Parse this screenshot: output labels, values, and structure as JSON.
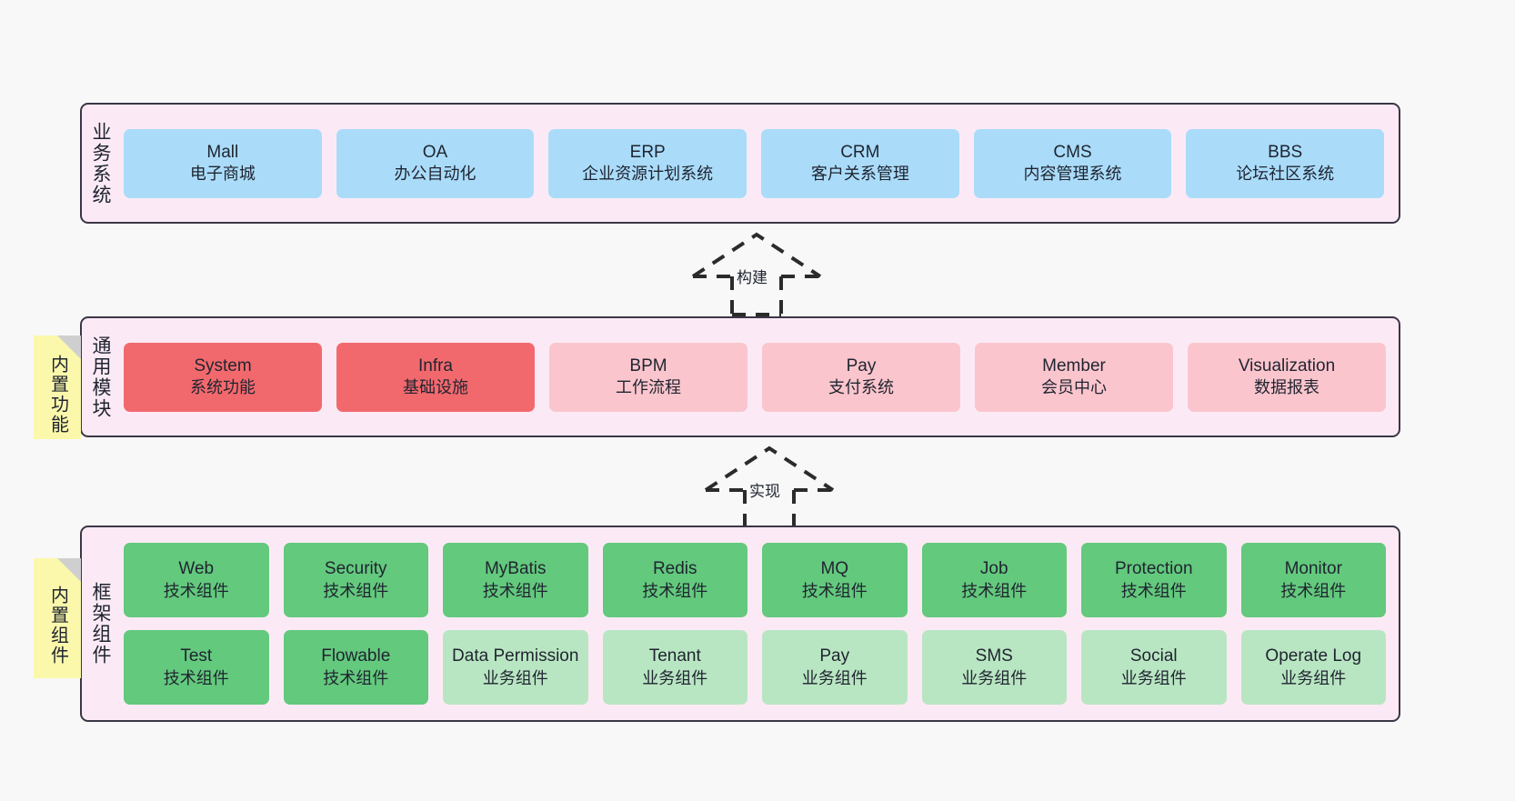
{
  "diagram": {
    "layers": [
      {
        "id": "business",
        "title": "业务系统",
        "rows": [
          [
            {
              "name": "Mall",
              "desc": "电子商城",
              "color": "#aadcfa"
            },
            {
              "name": "OA",
              "desc": "办公自动化",
              "color": "#aadcfa"
            },
            {
              "name": "ERP",
              "desc": "企业资源计划系统",
              "color": "#aadcfa"
            },
            {
              "name": "CRM",
              "desc": "客户关系管理",
              "color": "#aadcfa"
            },
            {
              "name": "CMS",
              "desc": "内容管理系统",
              "color": "#aadcfa"
            },
            {
              "name": "BBS",
              "desc": "论坛社区系统",
              "color": "#aadcfa"
            }
          ]
        ]
      },
      {
        "id": "modules",
        "title": "通用模块",
        "rows": [
          [
            {
              "name": "System",
              "desc": "系统功能",
              "color": "#f2696d"
            },
            {
              "name": "Infra",
              "desc": "基础设施",
              "color": "#f2696d"
            },
            {
              "name": "BPM",
              "desc": "工作流程",
              "color": "#fbc5cd"
            },
            {
              "name": "Pay",
              "desc": "支付系统",
              "color": "#fbc5cd"
            },
            {
              "name": "Member",
              "desc": "会员中心",
              "color": "#fbc5cd"
            },
            {
              "name": "Visualization",
              "desc": "数据报表",
              "color": "#fbc5cd"
            }
          ]
        ]
      },
      {
        "id": "framework",
        "title": "框架组件",
        "rows": [
          [
            {
              "name": "Web",
              "desc": "技术组件",
              "color": "#63c97d"
            },
            {
              "name": "Security",
              "desc": "技术组件",
              "color": "#63c97d"
            },
            {
              "name": "MyBatis",
              "desc": "技术组件",
              "color": "#63c97d"
            },
            {
              "name": "Redis",
              "desc": "技术组件",
              "color": "#63c97d"
            },
            {
              "name": "MQ",
              "desc": "技术组件",
              "color": "#63c97d"
            },
            {
              "name": "Job",
              "desc": "技术组件",
              "color": "#63c97d"
            },
            {
              "name": "Protection",
              "desc": "技术组件",
              "color": "#63c97d"
            },
            {
              "name": "Monitor",
              "desc": "技术组件",
              "color": "#63c97d"
            }
          ],
          [
            {
              "name": "Test",
              "desc": "技术组件",
              "color": "#63c97d"
            },
            {
              "name": "Flowable",
              "desc": "技术组件",
              "color": "#63c97d"
            },
            {
              "name": "Data Permission",
              "desc": "业务组件",
              "color": "#b9e6c2"
            },
            {
              "name": "Tenant",
              "desc": "业务组件",
              "color": "#b9e6c2"
            },
            {
              "name": "Pay",
              "desc": "业务组件",
              "color": "#b9e6c2"
            },
            {
              "name": "SMS",
              "desc": "业务组件",
              "color": "#b9e6c2"
            },
            {
              "name": "Social",
              "desc": "业务组件",
              "color": "#b9e6c2"
            },
            {
              "name": "Operate Log",
              "desc": "业务组件",
              "color": "#b9e6c2"
            }
          ]
        ]
      }
    ],
    "connectors": [
      {
        "id": "build",
        "label": "构建",
        "style": "dashed-hollow-arrow-up"
      },
      {
        "id": "implement",
        "label": "实现",
        "style": "dashed-hollow-arrow-up"
      }
    ],
    "notes": [
      {
        "id": "builtin-func",
        "label": "内置功能",
        "color": "#fbf8ab"
      },
      {
        "id": "builtin-comp",
        "label": "内置组件",
        "color": "#fbf8ab"
      }
    ]
  }
}
